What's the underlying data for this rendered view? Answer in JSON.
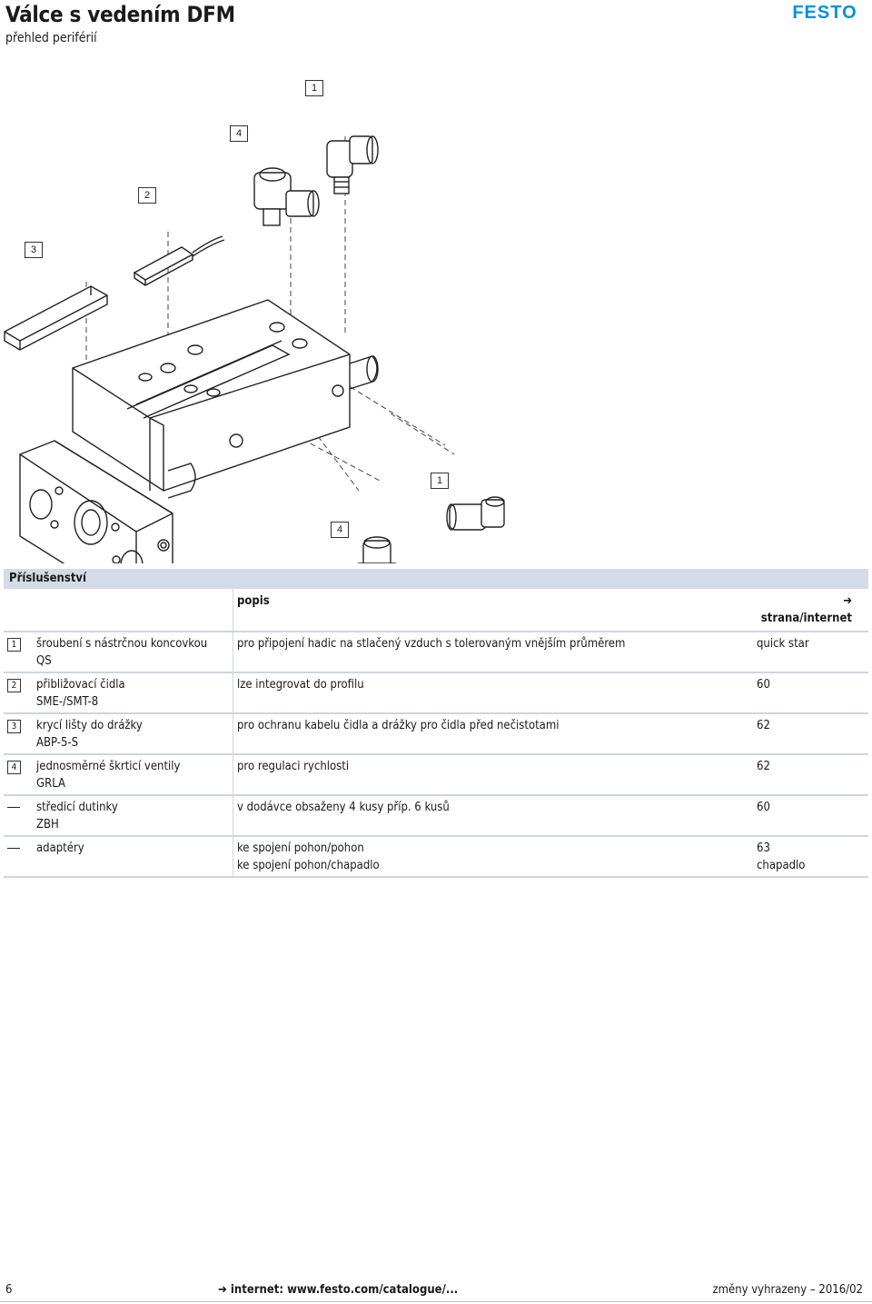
{
  "header": {
    "title": "Válce s vedením DFM",
    "subtitle": "přehled periférií",
    "brand": "FESTO",
    "brand_color": "#0091dc"
  },
  "callouts": {
    "c1_top": "1",
    "c4_top": "4",
    "c2": "2",
    "c3": "3",
    "c1_bottom": "1",
    "c4_bottom": "4"
  },
  "accessories": {
    "title": "Příslušenství",
    "columns": {
      "desc": "popis",
      "page": "strana/internet"
    },
    "rows": [
      {
        "num": "1",
        "name": "šroubení s nástrčnou koncovkou",
        "code": "QS",
        "desc": "pro připojení hadic na stlačený vzduch s tolerovaným vnějším průměrem",
        "page": "quick star"
      },
      {
        "num": "2",
        "name": "přibližovací čidla",
        "code": "SME-/SMT-8",
        "desc": "lze integrovat do profilu",
        "page": "60"
      },
      {
        "num": "3",
        "name": "krycí lišty do drážky",
        "code": "ABP-5-S",
        "desc": "pro ochranu kabelu čidla a drážky pro čidla před nečistotami",
        "page": "62"
      },
      {
        "num": "4",
        "name": "jednosměrné škrticí ventily",
        "code": "GRLA",
        "desc": "pro regulaci rychlosti",
        "page": "62"
      },
      {
        "num": "",
        "name": "středicí dutinky",
        "code": "ZBH",
        "desc": "v dodávce obsaženy 4 kusy příp. 6 kusů",
        "page": "60"
      },
      {
        "num": "",
        "name": "adaptéry",
        "code": "",
        "desc": "ke spojení pohon/pohon",
        "page": "63",
        "desc2": "ke spojení pohon/chapadlo",
        "page2": "chapadlo"
      }
    ]
  },
  "footer": {
    "page_number": "6",
    "link": "internet: www.festo.com/catalogue/...",
    "revision": "změny vyhrazeny – 2016/02"
  }
}
